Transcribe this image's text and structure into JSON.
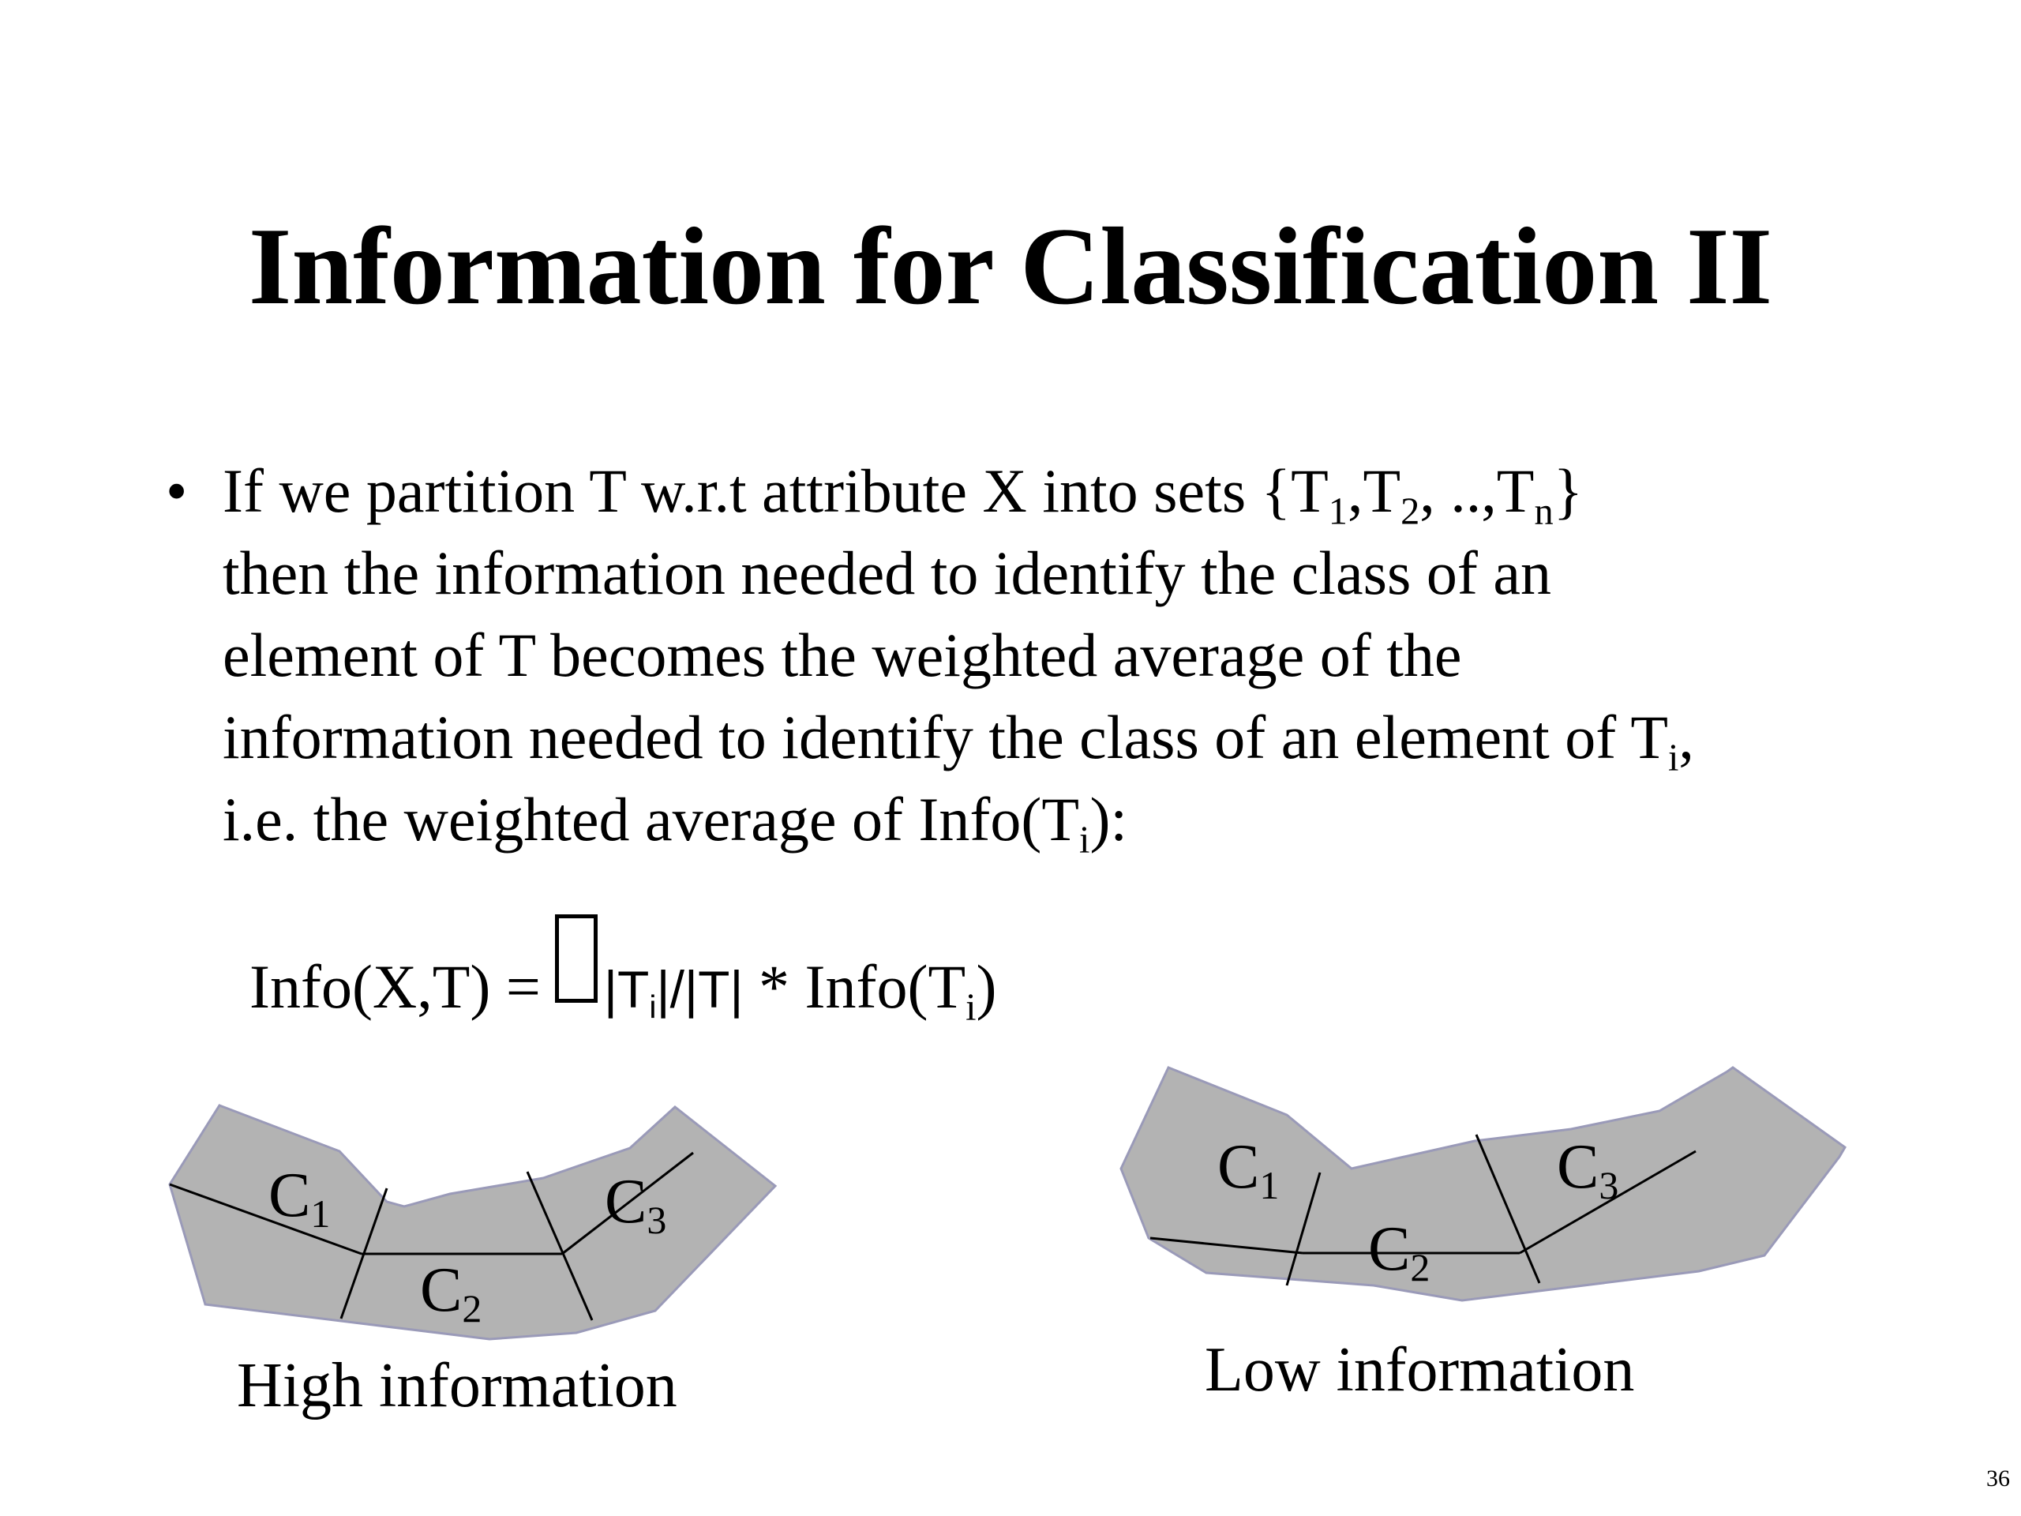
{
  "slide": {
    "title": "Information for Classification II",
    "bullet": {
      "line1_a": "If we partition T w.r.t attribute X into sets {T",
      "line1_sub1": "1",
      "line1_b": ",T",
      "line1_sub2": "2",
      "line1_c": ", ..,T",
      "line1_sub3": "n",
      "line1_d": "}",
      "line2": "then the information needed to identify the class of an",
      "line3": "element of T becomes the weighted average of the",
      "line4_a": "information needed to identify the class of an element of T",
      "line4_sub": "i",
      "line4_b": ",",
      "line5_a": "i.e. the weighted average of Info(T",
      "line5_sub": "i",
      "line5_b": "):"
    },
    "formula": {
      "lhs": "Info(X,T) =",
      "frac_a": "|T",
      "frac_sub": "i",
      "frac_b": "|/|T|",
      "rhs_a": " * Info(T",
      "rhs_sub": "i",
      "rhs_b": ")"
    },
    "diagram_left": {
      "caption": "High information",
      "labels": [
        {
          "text": "C",
          "sub": "1"
        },
        {
          "text": "C",
          "sub": "2"
        },
        {
          "text": "C",
          "sub": "3"
        }
      ]
    },
    "diagram_right": {
      "caption": "Low information",
      "labels": [
        {
          "text": "C",
          "sub": "1"
        },
        {
          "text": "C",
          "sub": "2"
        },
        {
          "text": "C",
          "sub": "3"
        }
      ]
    },
    "page_number": "36"
  },
  "colors": {
    "region_fill": "#b3b3b3",
    "region_stroke": "#9a9ab8",
    "text": "#000000",
    "background": "#ffffff"
  }
}
